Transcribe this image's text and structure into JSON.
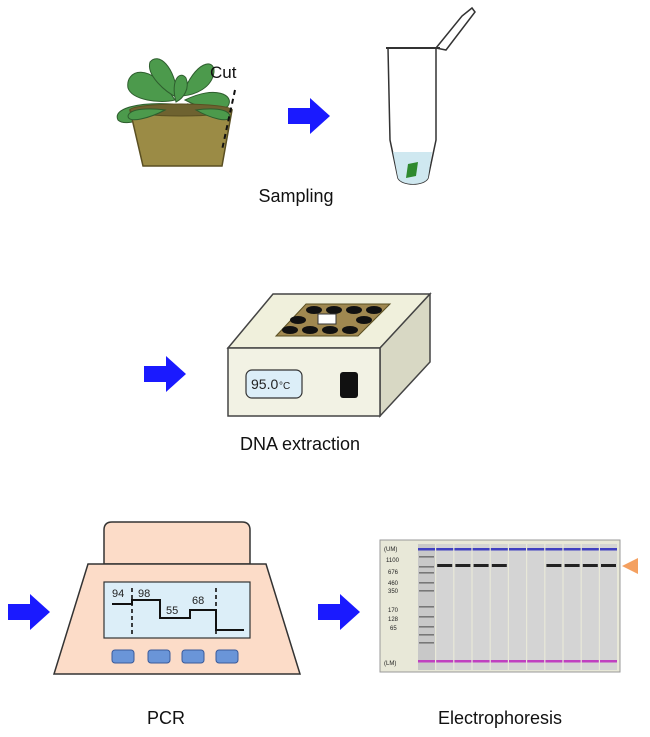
{
  "steps": {
    "sampling": {
      "label": "Sampling",
      "cut_label": "Cut"
    },
    "extraction": {
      "label": "DNA extraction",
      "display_value": "95.0",
      "display_unit": "°C"
    },
    "pcr": {
      "label": "PCR",
      "temps": [
        "94",
        "98",
        "55",
        "68"
      ]
    },
    "electrophoresis": {
      "label": "Electrophoresis",
      "ladder_top": "(UM)",
      "ladder_bottom": "(LM)",
      "ladder_sizes": [
        "1100",
        "676",
        "460",
        "350",
        "170",
        "128",
        "65"
      ]
    }
  },
  "colors": {
    "arrow": "#1a1aff",
    "pot": "#9b8b45",
    "leaf": "#3d8b3d",
    "heater_top": "#a08850",
    "pcr_body": "#fcdcc8",
    "screen": "#dceef8",
    "marker_upper": "#4040c0",
    "marker_lower": "#c040c0",
    "triangle": "#f4a060"
  }
}
